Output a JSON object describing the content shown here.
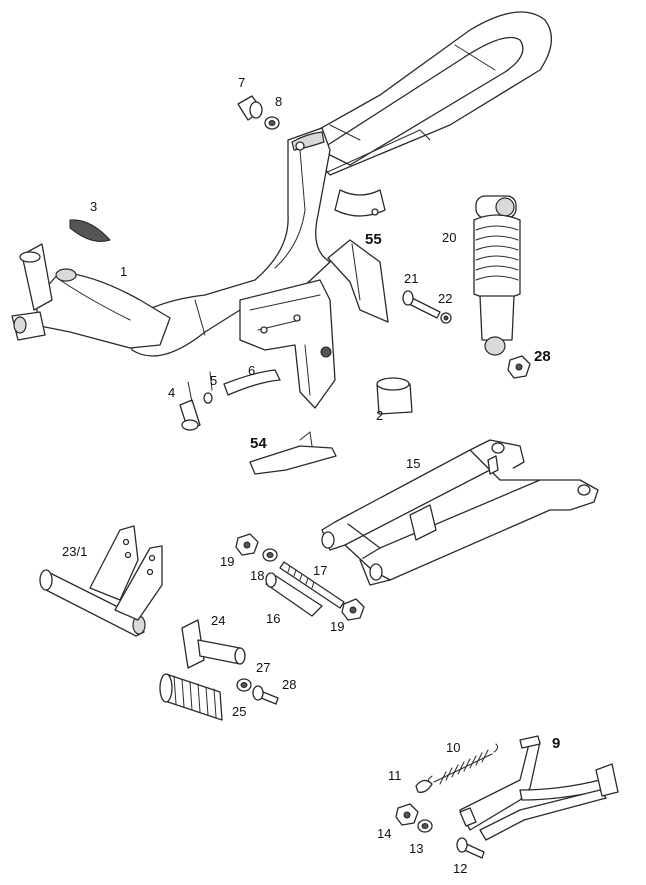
{
  "labels": {
    "p1": "1",
    "p2": "2",
    "p3": "3",
    "p4": "4",
    "p5": "5",
    "p6": "6",
    "p7": "7",
    "p8": "8",
    "p9": "9",
    "p10": "10",
    "p11": "11",
    "p12": "12",
    "p13": "13",
    "p14": "14",
    "p15": "15",
    "p16": "16",
    "p17": "17",
    "p18": "18",
    "p19a": "19",
    "p19b": "19",
    "p20": "20",
    "p21": "21",
    "p22": "22",
    "p23": "23/1",
    "p24": "24",
    "p25": "25",
    "p27": "27",
    "p28a": "28",
    "p28b": "28",
    "p54": "54",
    "p55": "55"
  }
}
